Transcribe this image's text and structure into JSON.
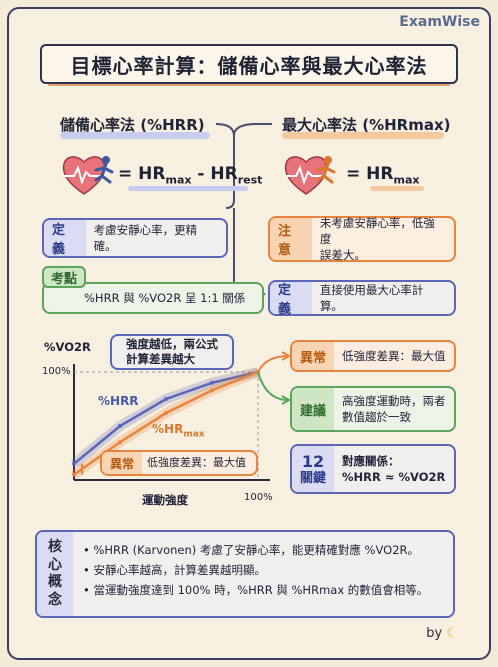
{
  "brand": "ExamWise",
  "title": "目標心率計算：儲備心率與最大心率法",
  "left_method": {
    "title": "儲備心率法 (%HRR)",
    "formula_prefix": "= HR",
    "formula_sub1": "max",
    "formula_mid": " - HR",
    "formula_sub2": "rest"
  },
  "right_method": {
    "title": "最大心率法 (%HRmax)",
    "formula_prefix": "= HR",
    "formula_sub1": "max"
  },
  "definition_left": {
    "tag": "定義",
    "text": "考慮安靜心率，更精確。"
  },
  "exam_point": {
    "tag": "考點",
    "text": "%HRR 與 %VO2R 呈 1:1 關係"
  },
  "note_right": {
    "tag": "注意",
    "text_line1": "未考慮安靜心率，低強度",
    "text_line2": "誤差大。"
  },
  "definition_right": {
    "tag": "定義",
    "text": "直接使用最大心率計算。"
  },
  "chart": {
    "ylabel": "%VO2R",
    "xlabel": "運動強度",
    "y_tick": "100%",
    "x_tick": "100%",
    "callout_top_line1": "強度越低，兩公式",
    "callout_top_line2": "計算差異越大",
    "label_hrr": "%HRR",
    "label_hrmax": "%HR",
    "label_hrmax_sub": "max",
    "diff_tag": "異常",
    "diff_text": "低強度差異：最大值"
  },
  "chart_data": {
    "type": "line",
    "xlabel": "運動強度",
    "ylabel": "%VO2R",
    "series": [
      {
        "name": "%HRR",
        "x": [
          0,
          25,
          50,
          75,
          100
        ],
        "y": [
          15,
          50,
          75,
          90,
          100
        ]
      },
      {
        "name": "%HRmax",
        "x": [
          0,
          25,
          50,
          75,
          100
        ],
        "y": [
          5,
          35,
          62,
          83,
          100
        ]
      }
    ],
    "xlim": [
      0,
      100
    ],
    "ylim": [
      0,
      100
    ]
  },
  "right_panel": {
    "anomaly": {
      "tag": "異常",
      "text": "低強度差異：最大值"
    },
    "advice": {
      "tag": "建議",
      "text_line1": "高強度運動時，兩者",
      "text_line2": "數值趨於一致"
    },
    "key": {
      "num": "12",
      "tag": "關鍵",
      "text_line1": "對應關係：",
      "text_line2": "%HRR ≈ %VO2R"
    }
  },
  "core": {
    "tag_chars": [
      "核",
      "心",
      "概",
      "念"
    ],
    "bullets": [
      "%HRR (Karvonen) 考慮了安靜心率，能更精確對應 %VO2R。",
      "安靜心率越高，計算差異越明顯。",
      "當運動強度達到 100% 時，%HRR 與 %HRmax 的數值會相等。"
    ]
  },
  "byline": "by",
  "colors": {
    "blue": "#5a66b8",
    "orange": "#e8843d",
    "green": "#5aa55a",
    "navy": "#2e3250"
  }
}
